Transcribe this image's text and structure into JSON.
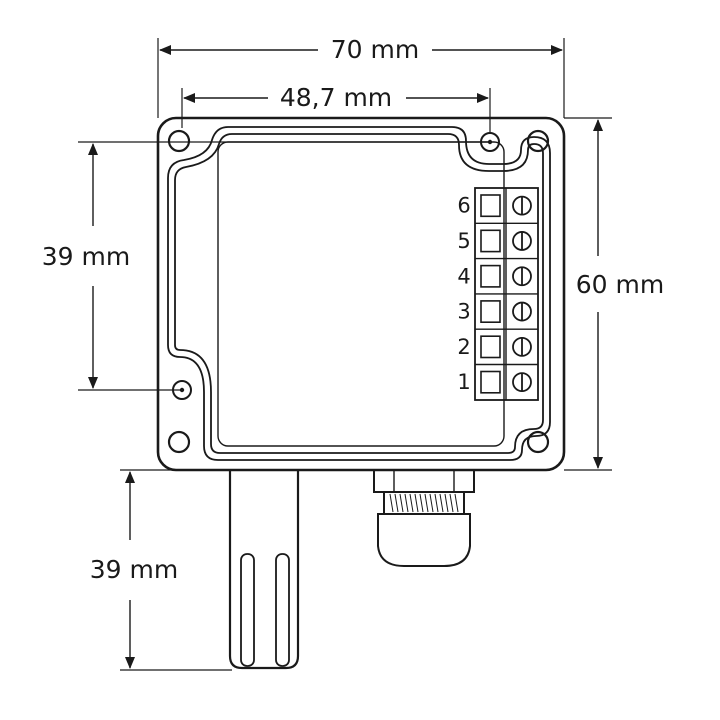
{
  "dimensions": {
    "width_total": "70 mm",
    "width_holes": "48,7 mm",
    "height_holes": "39 mm",
    "height_total": "60 mm",
    "probe_length": "39 mm"
  },
  "terminals": [
    "6",
    "5",
    "4",
    "3",
    "2",
    "1"
  ],
  "colors": {
    "line": "#1a1a1a",
    "background": "#ffffff"
  }
}
